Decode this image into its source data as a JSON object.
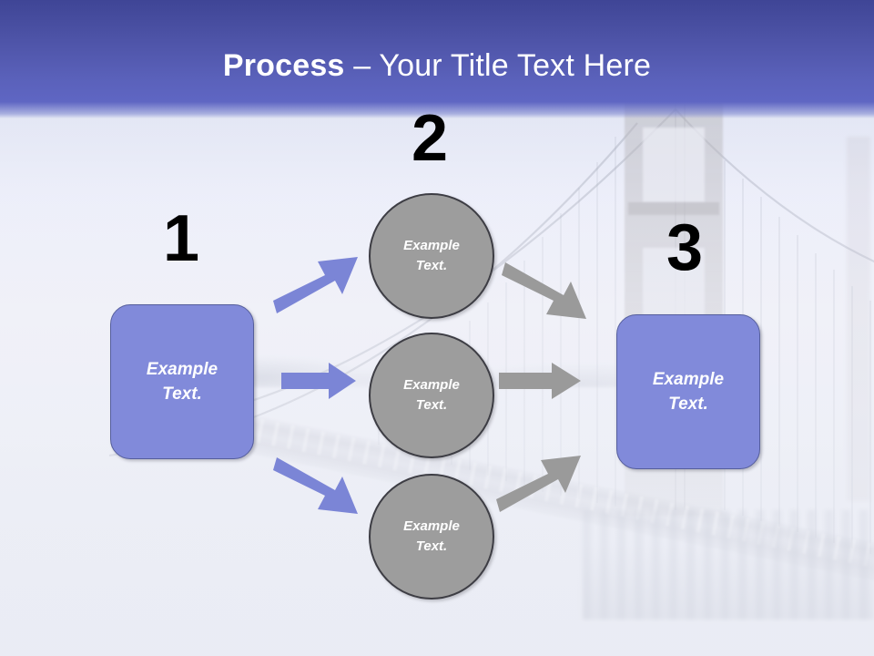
{
  "slide": {
    "title_bold": "Process",
    "title_rest": " – Your Title Text Here",
    "colors": {
      "header_top": "#3f4596",
      "header_bottom": "#5f66c3",
      "box_fill": "#818ada",
      "box_border": "#555e9c",
      "circle_fill": "#9d9d9d",
      "circle_border": "#3d3d44",
      "arrow_blue": "#7b85d6",
      "arrow_gray": "#9a9a9a",
      "number_color": "#000000",
      "label_color": "#ffffff",
      "background": "#eceef6"
    },
    "background_image": "golden-gate-bridge-fog-photo"
  },
  "steps": {
    "number_1": "1",
    "number_2": "2",
    "number_3": "3"
  },
  "boxes": [
    {
      "id": "box-1",
      "label": "Example\nText."
    },
    {
      "id": "box-3",
      "label": "Example\nText."
    }
  ],
  "circles": [
    {
      "id": "circle-1",
      "label": "Example\nText."
    },
    {
      "id": "circle-2",
      "label": "Example\nText."
    },
    {
      "id": "circle-3",
      "label": "Example\nText."
    }
  ],
  "arrows": [
    {
      "id": "arrow-blue-up",
      "color": "#7b85d6",
      "direction": "up-right",
      "icon": "arrow-up-right-icon"
    },
    {
      "id": "arrow-blue-mid",
      "color": "#7b85d6",
      "direction": "right",
      "icon": "arrow-right-icon"
    },
    {
      "id": "arrow-blue-down",
      "color": "#7b85d6",
      "direction": "down-right",
      "icon": "arrow-down-right-icon"
    },
    {
      "id": "arrow-gray-down",
      "color": "#9a9a9a",
      "direction": "down-right",
      "icon": "arrow-down-right-icon"
    },
    {
      "id": "arrow-gray-mid",
      "color": "#9a9a9a",
      "direction": "right",
      "icon": "arrow-right-icon"
    },
    {
      "id": "arrow-gray-up",
      "color": "#9a9a9a",
      "direction": "up-right",
      "icon": "arrow-up-right-icon"
    }
  ]
}
